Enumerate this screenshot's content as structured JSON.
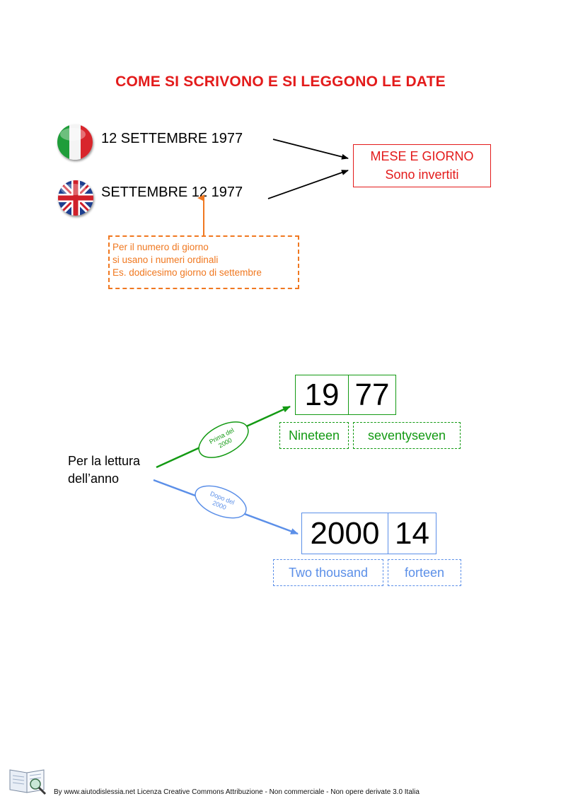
{
  "title": "COME SI SCRIVONO E SI LEGGONO LE DATE",
  "dates": {
    "italian": "12 SETTEMBRE 1977",
    "english": "SETTEMBRE 12 1977"
  },
  "note_red": {
    "line1": "MESE E GIORNO",
    "line2": "Sono invertiti"
  },
  "note_orange": {
    "line1": "Per il numero di giorno",
    "line2": "si usano i numeri ordinali",
    "line3": "Es. dodicesimo giorno di settembre"
  },
  "year_reading": {
    "label_line1": "Per la lettura",
    "label_line2": "dell’anno",
    "before_2000": {
      "badge_line1": "Prima del",
      "badge_line2": "2000",
      "part1": "19",
      "part2": "77",
      "read1": "Nineteen",
      "read2": "seventyseven"
    },
    "after_2000": {
      "badge_line1": "Dopo del",
      "badge_line2": "2000",
      "part1": "2000",
      "part2": "14",
      "read1": "Two thousand",
      "read2": "forteen"
    }
  },
  "footer": "By www.aiutodislessia.net Licenza Creative Commons Attribuzione - Non commerciale - Non opere derivate 3.0 Italia",
  "colors": {
    "title": "#e31b1b",
    "orange": "#f07820",
    "green": "#139a13",
    "blue": "#5b8fe8"
  },
  "icons": [
    "italy-flag-icon",
    "uk-flag-icon",
    "book-magnifier-logo-icon"
  ]
}
